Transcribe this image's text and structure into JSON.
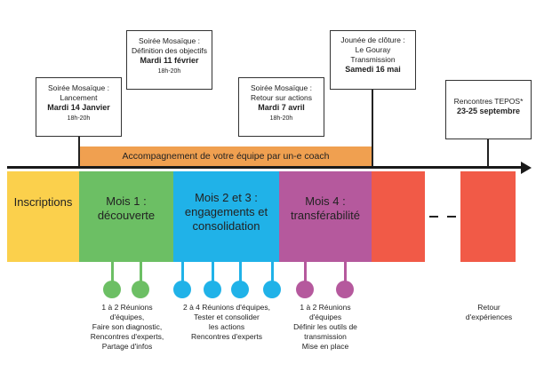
{
  "events": [
    {
      "id": "lancement",
      "lines": [
        "Soirée Mosaïque :",
        "Lancement"
      ],
      "date": "Mardi 14 Janvier",
      "hours": "18h-20h"
    },
    {
      "id": "objectifs",
      "lines": [
        "Soirée Mosaïque :",
        "Définition des objectifs"
      ],
      "date": "Mardi 11 février",
      "hours": "18h-20h"
    },
    {
      "id": "retour",
      "lines": [
        "Soirée Mosaïque :",
        "Retour sur actions"
      ],
      "date": "Mardi 7 avril",
      "hours": "18h-20h"
    },
    {
      "id": "cloture",
      "lines": [
        "Jounée de clôture :",
        "Le Gouray",
        "Transmission"
      ],
      "date": "Samedi 16 mai",
      "hours": ""
    },
    {
      "id": "tepos",
      "lines": [
        "Rencontres TEPOS*"
      ],
      "date": "23-25 septembre",
      "hours": ""
    }
  ],
  "coach_bar": "Accompagnement de votre équipe par un-e coach",
  "phases": {
    "inscriptions": [
      "Inscriptions"
    ],
    "mois1": [
      "Mois 1 :",
      "découverte"
    ],
    "mois23": [
      "Mois 2 et 3 :",
      "engagements et",
      "consolidation"
    ],
    "mois4": [
      "Mois 4 :",
      "transférabilité"
    ]
  },
  "captions": {
    "mois1": [
      "1 à 2 Réunions",
      "d'équipes,",
      "Faire son diagnostic,",
      "Rencontres d'experts,",
      "Partage d'infos"
    ],
    "mois23": [
      "2 à 4 Réunions d'équipes,",
      "Tester et consolider",
      "les actions",
      "Rencontres d'experts"
    ],
    "mois4": [
      "1 à 2 Réunions",
      "d'équipes",
      "Définir les outils de",
      "transmission",
      "Mise en place"
    ],
    "retour": [
      "Retour",
      "d'expériences"
    ]
  },
  "colors": {
    "inscriptions": "#fbd04c",
    "mois1": "#6cbf64",
    "mois23": "#20b2e8",
    "mois4": "#b5599d",
    "extension": "#f15a47",
    "coach": "#f0a050"
  }
}
